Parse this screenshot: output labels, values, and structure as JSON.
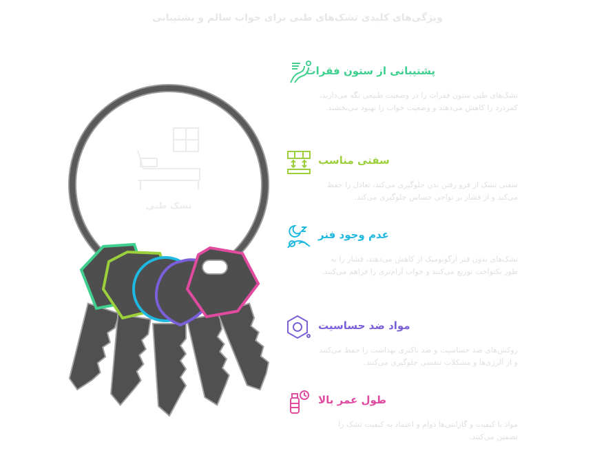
{
  "title": "ویژگی‌های کلیدی تشک‌های طبی برای خواب سالم و پشتیبانی",
  "center_label": "تشک طبی",
  "items": [
    {
      "title": "پشتیبانی از ستون فقرات",
      "desc": "تشک‌های طبی ستون فقرات را در وضعیت طبیعی نگه می‌دارند، کمردرد را کاهش می‌دهند و وضعیت خواب را بهبود می‌بخشند.",
      "color": "#3fcf8e",
      "icon": "spine-icon"
    },
    {
      "title": "سفتی مناسب",
      "desc": "سفتی تشک از فرو رفتن بدن جلوگیری می‌کند، تعادل را حفظ می‌کند و از فشار بر نواحی حساس جلوگیری می‌کند.",
      "color": "#9bcf3c",
      "icon": "firmness-icon"
    },
    {
      "title": "عدم وجود فنر",
      "desc": "تشک‌های بدون فنر ارگونومیک از کاهش می‌دهند، فشار را به طور یکنواخت توزیع می‌کنند و خواب آرام‌تری را فراهم می‌کنند.",
      "color": "#1fb8e0",
      "icon": "sleep-icon"
    },
    {
      "title": "مواد ضد حساسیت",
      "desc": "روکش‌های ضد حساسیت و ضد باکتری بهداشت را حفظ می‌کنند و از آلرژی‌ها و مشکلات تنفسی جلوگیری می‌کنند.",
      "color": "#7a5fd8",
      "icon": "hexagon-icon"
    },
    {
      "title": "طول عمر بالا",
      "desc": "مواد با کیفیت و گارانتی‌ها دوام و اعتماد به کیفیت تشک را تضمین می‌کنند.",
      "color": "#e04ba0",
      "icon": "spray-timer-icon"
    }
  ]
}
